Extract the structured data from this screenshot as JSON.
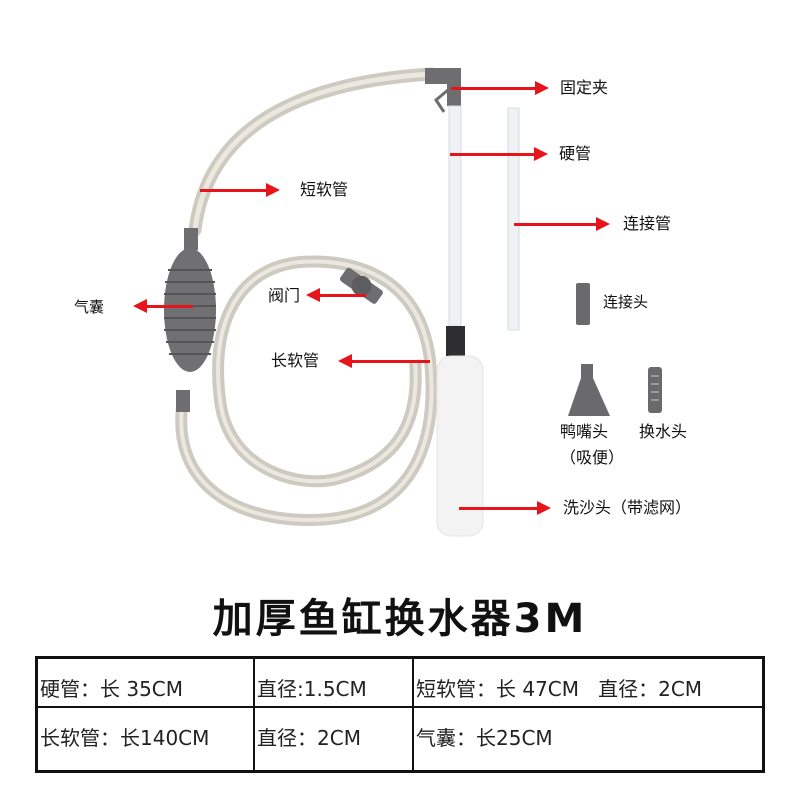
{
  "product": {
    "title": "加厚鱼缸换水器3M"
  },
  "labels": {
    "clip": "固定夹",
    "hard_tube": "硬管",
    "connecting_tube": "连接管",
    "connector": "连接头",
    "short_hose": "短软管",
    "bulb": "气囊",
    "valve": "阀门",
    "long_hose": "长软管",
    "duckbill_head": "鸭嘴头",
    "duckbill_note": "（吸便）",
    "water_change_head": "换水头",
    "sand_wash_head": "洗沙头（带滤网）"
  },
  "colors": {
    "arrow": "#e8141b",
    "part_gray": "#6e6e70",
    "hose": "#d8d4c8"
  },
  "spec_table": {
    "rows": [
      [
        "硬管：长 35CM",
        "直径:1.5CM",
        "短软管：长 47CM   直径：2CM"
      ],
      [
        "长软管：长140CM",
        "直径：2CM",
        "气囊：长25CM"
      ]
    ]
  }
}
